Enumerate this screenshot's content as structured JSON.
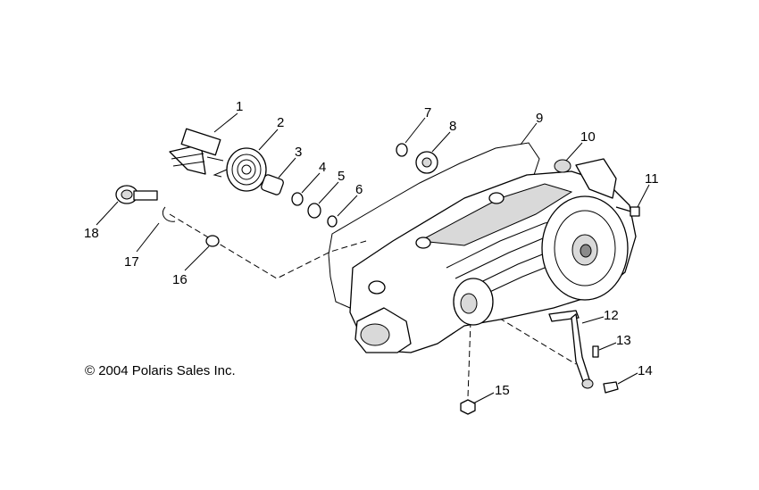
{
  "copyright": "© 2004 Polaris Sales Inc.",
  "callouts": [
    "1",
    "2",
    "3",
    "4",
    "5",
    "6",
    "7",
    "8",
    "9",
    "10",
    "11",
    "12",
    "13",
    "14",
    "15",
    "16",
    "17",
    "18"
  ]
}
